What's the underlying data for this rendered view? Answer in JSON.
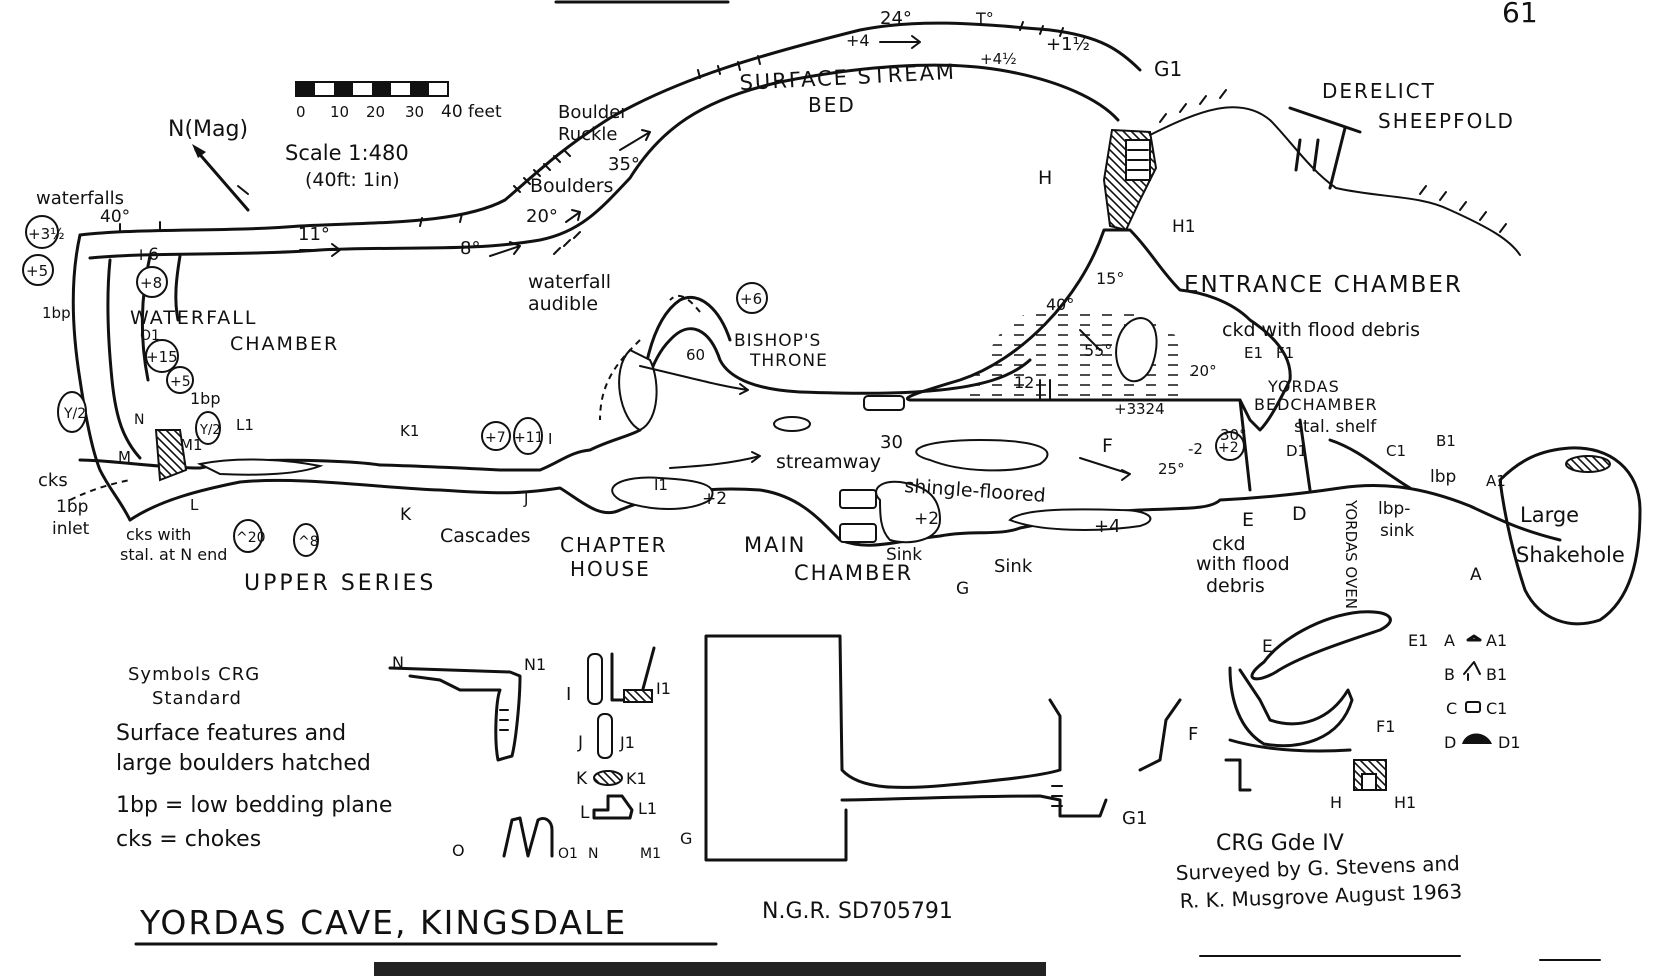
{
  "page_number": "61",
  "title": "YORDAS CAVE, KINGSDALE",
  "grid_reference": "N.G.R. SD705791",
  "grade": "CRG Gde IV",
  "surveyors": [
    "Surveyed by G. Stevens and",
    "R. K. Musgrove August 1963"
  ],
  "north_label": "N(Mag)",
  "scale": {
    "ticks": [
      "0",
      "10",
      "20",
      "30",
      "40 feet"
    ],
    "label": "Scale 1:480",
    "sub": "(40ft: 1in)"
  },
  "legend": [
    "Symbols CRG",
    "Standard",
    "Surface features and",
    "large boulders hatched",
    "1bp = low bedding plane",
    "cks = chokes"
  ],
  "labels": {
    "surface_stream": "SURFACE STREAM",
    "bed": "BED",
    "derelict": "DERELICT",
    "sheepfold": "SHEEPFOLD",
    "entrance_chamber": "ENTRANCE CHAMBER",
    "waterfall": "WATERFALL",
    "chamber": "CHAMBER",
    "waterfalls": "waterfalls",
    "boulder": "Boulder",
    "ruckle": "Ruckle",
    "boulders": "Boulders",
    "waterfall_small": "waterfall",
    "audible": "audible",
    "bishops": "BISHOP'S",
    "throne": "THRONE",
    "ckd_flood": "ckd with flood debris",
    "yordas": "YORDAS",
    "bedchamber": "BEDCHAMBER",
    "stal_shelf": "stal. shelf",
    "streamway": "streamway",
    "shingle": "shingle-floored",
    "main": "MAIN",
    "main_chamber": "CHAMBER",
    "sink": "Sink",
    "sink2": "Sink",
    "ckd": "ckd",
    "with_flood": "with flood",
    "debris": "debris",
    "yordas_oven": "YORDAS OVEN",
    "lbp_sink": "lbp-",
    "sink3": "sink",
    "lbp": "lbp",
    "large": "Large",
    "shakehole": "Shakehole",
    "chapter": "CHAPTER",
    "house": "HOUSE",
    "cascades": "Cascades",
    "upper_series": "UPPER SERIES",
    "cks": "cks",
    "lbp_inlet1": "1bp",
    "lbp_inlet2": "inlet",
    "cks_with": "cks with",
    "stal_n": "stal. at N end",
    "lbp_l": "1bp",
    "lbp_w": "1bp"
  },
  "angles": [
    "24°",
    "T°",
    "+4",
    "+4½",
    "+1½",
    "35°",
    "20°",
    "11°",
    "8°",
    "40°",
    "15°",
    "40°",
    "55°",
    "20°",
    "30°",
    "25°",
    "12",
    "30",
    "60",
    "+2",
    "+2",
    "+4",
    "+6",
    "+3",
    "-2",
    "324"
  ],
  "circled": [
    "+3½",
    "+5",
    "+8",
    "+15",
    "+5",
    "Y/2",
    "Y/2",
    "+7",
    "+11",
    "+6",
    "^20",
    "^8",
    "+2"
  ],
  "section_letters": [
    "G1",
    "H",
    "H1",
    "E1",
    "F1",
    "F",
    "E",
    "D",
    "D1",
    "C1",
    "B1",
    "A1",
    "A",
    "G",
    "K",
    "K1",
    "J",
    "I",
    "I1",
    "L",
    "L1",
    "M",
    "M1",
    "N",
    "O1"
  ],
  "xsec_labels": [
    "N",
    "N1",
    "I",
    "I1",
    "J",
    "J1",
    "K",
    "K1",
    "L",
    "L1",
    "O",
    "O1",
    "N",
    "M1",
    "G",
    "E",
    "F",
    "F1",
    "G1",
    "H",
    "H1",
    "E1",
    "A",
    "A1",
    "B",
    "B1",
    "C",
    "C1",
    "D",
    "D1"
  ]
}
